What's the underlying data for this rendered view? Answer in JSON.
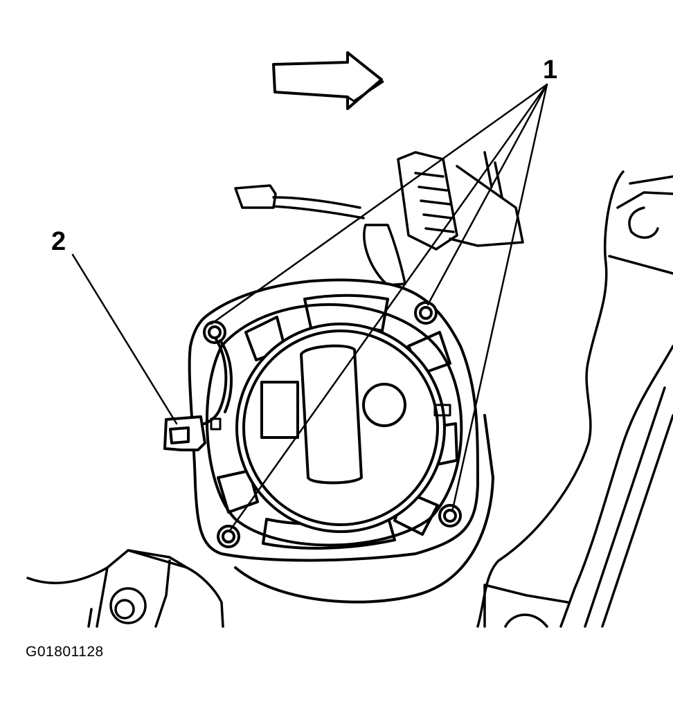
{
  "figure": {
    "figure_id": "G01801128",
    "callouts": [
      {
        "number": "1"
      },
      {
        "number": "2"
      }
    ]
  },
  "colors": {
    "line": "#000000",
    "background": "#ffffff"
  },
  "icons": {
    "direction_arrow": "right-arrow-icon"
  }
}
